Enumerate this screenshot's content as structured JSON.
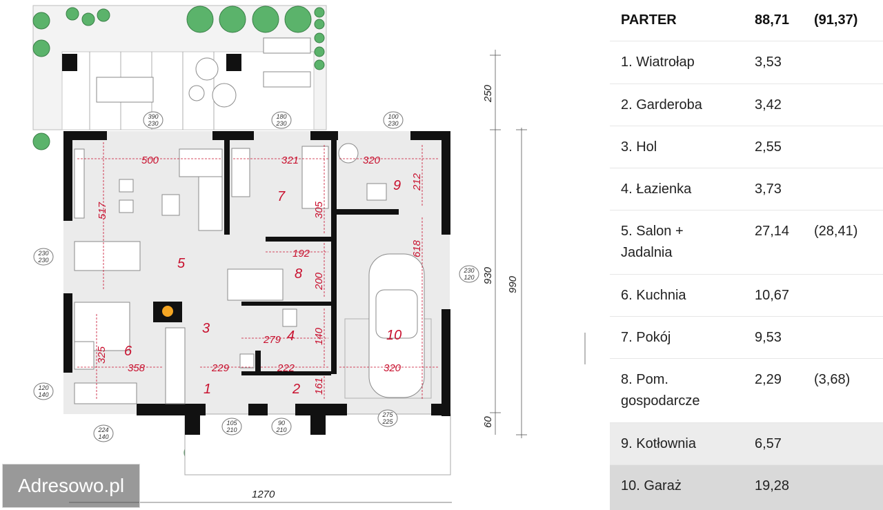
{
  "watermark": "Adresowo.pl",
  "floor_plan": {
    "overall_width": "1270",
    "side_dims": [
      "250",
      "930",
      "990",
      "60"
    ],
    "rooms": [
      {
        "num": "1",
        "dim": "229"
      },
      {
        "num": "2",
        "dim": "222"
      },
      {
        "num": "3",
        "dim": ""
      },
      {
        "num": "4",
        "dim": "279",
        "dim2": "140"
      },
      {
        "num": "5",
        "dim": "500",
        "dim2": "517"
      },
      {
        "num": "6",
        "dim": "358",
        "dim2": "325"
      },
      {
        "num": "7",
        "dim": "321",
        "dim2": "305"
      },
      {
        "num": "8",
        "dim": "192",
        "dim2": "200"
      },
      {
        "num": "9",
        "dim": "320",
        "dim2": "212"
      },
      {
        "num": "10",
        "dim": "320",
        "dim2": "618"
      }
    ],
    "openings": [
      {
        "w": "390",
        "h": "230"
      },
      {
        "w": "180",
        "h": "230"
      },
      {
        "w": "100",
        "h": "230"
      },
      {
        "w": "230",
        "h": "230"
      },
      {
        "w": "230",
        "h": "120"
      },
      {
        "w": "120",
        "h": "140"
      },
      {
        "w": "224",
        "h": "140"
      },
      {
        "w": "105",
        "h": "210"
      },
      {
        "w": "90",
        "h": "210"
      },
      {
        "w": "275",
        "h": "225"
      },
      {
        "w": "161",
        "h": ""
      }
    ]
  },
  "table": {
    "header": {
      "name": "PARTER",
      "area": "88,71",
      "alt": "(91,37)"
    },
    "rows": [
      {
        "name": "1. Wiatrołap",
        "area": "3,53",
        "alt": ""
      },
      {
        "name": "2. Garderoba",
        "area": "3,42",
        "alt": ""
      },
      {
        "name": "3. Hol",
        "area": "2,55",
        "alt": ""
      },
      {
        "name": "4. Łazienka",
        "area": "3,73",
        "alt": ""
      },
      {
        "name": "5. Salon +",
        "name2": "Jadalnia",
        "area": "27,14",
        "alt": "(28,41)"
      },
      {
        "name": "6. Kuchnia",
        "area": "10,67",
        "alt": ""
      },
      {
        "name": "7. Pokój",
        "area": "9,53",
        "alt": ""
      },
      {
        "name": "8. Pom.",
        "name2": "gospodarcze",
        "area": "2,29",
        "alt": "(3,68)"
      },
      {
        "name": "9. Kotłownia",
        "area": "6,57",
        "alt": ""
      },
      {
        "name": "10. Garaż",
        "area": "19,28",
        "alt": ""
      }
    ]
  }
}
